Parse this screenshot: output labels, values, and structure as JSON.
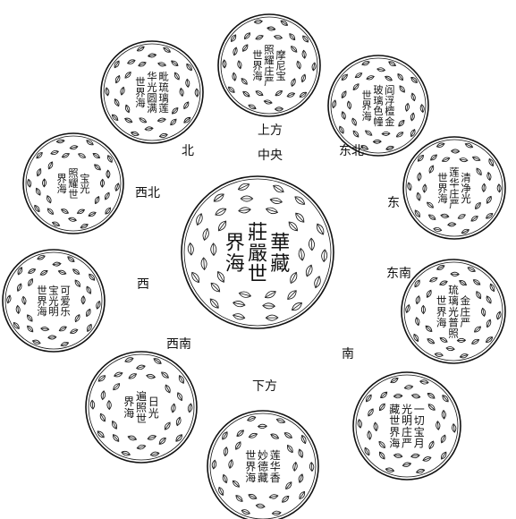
{
  "figure": {
    "center": {
      "direction": "中央",
      "name_lines": [
        "華藏",
        "莊嚴世",
        "界海"
      ]
    },
    "worlds": [
      {
        "id": "top",
        "direction": "上方",
        "name_lines": [
          "摩尼宝",
          "照耀庄严",
          "世界海"
        ]
      },
      {
        "id": "northeast",
        "direction": "东北",
        "name_lines": [
          "阎浮檀金",
          "玻璃色幢",
          "世界海"
        ]
      },
      {
        "id": "east",
        "direction": "东",
        "name_lines": [
          "清净光",
          "莲华庄严",
          "世界海"
        ]
      },
      {
        "id": "southeast",
        "direction": "东南",
        "name_lines": [
          "金庄严",
          "琉璃光普照",
          "世界海"
        ]
      },
      {
        "id": "south",
        "direction": "南",
        "name_lines": [
          "一切宝月",
          "光明庄严",
          "藏世界海"
        ]
      },
      {
        "id": "bottom",
        "direction": "下方",
        "name_lines": [
          "莲华香",
          "妙德藏",
          "世界海"
        ]
      },
      {
        "id": "southwest",
        "direction": "西南",
        "name_lines": [
          "日光",
          "遍照世",
          "界海"
        ]
      },
      {
        "id": "west",
        "direction": "西",
        "name_lines": [
          "可爱乐",
          "宝光明",
          "世界海"
        ]
      },
      {
        "id": "northwest",
        "direction": "西北",
        "name_lines": [
          "宝光",
          "照耀世",
          "界海"
        ]
      },
      {
        "id": "north",
        "direction": "北",
        "name_lines": [
          "毗琉璃莲",
          "华光圆满",
          "世界海"
        ]
      }
    ]
  },
  "colors": {
    "ink": "#111111",
    "paper": "#ffffff"
  }
}
